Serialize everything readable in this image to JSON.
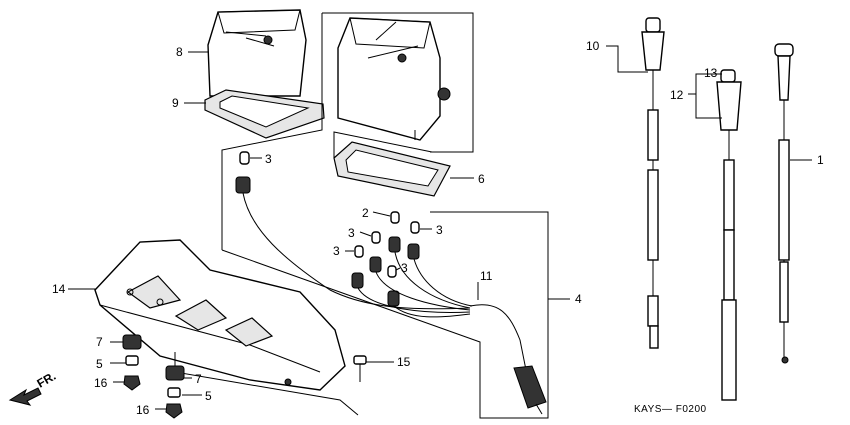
{
  "caption": "KAYS— F0200",
  "direction_label": "FR.",
  "callouts": {
    "c1": "1",
    "c2": "2",
    "c3a": "3",
    "c3b": "3",
    "c3c": "3",
    "c3d": "3",
    "c3e": "3",
    "c4": "4",
    "c5a": "5",
    "c5b": "5",
    "c6": "6",
    "c7a": "7",
    "c7b": "7",
    "c8": "8",
    "c9": "9",
    "c10": "10",
    "c11": "11",
    "c12": "12",
    "c13": "13",
    "c14": "14",
    "c15": "15",
    "c16a": "16",
    "c16b": "16"
  }
}
